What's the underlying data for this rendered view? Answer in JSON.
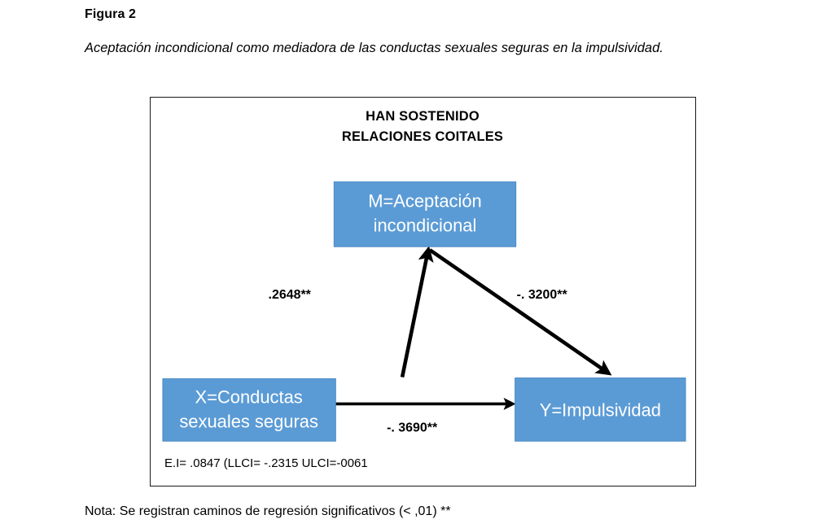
{
  "figure": {
    "label": "Figura 2",
    "caption": "Aceptación incondicional como mediadora de las conductas sexuales seguras en la impulsividad.",
    "note": "Nota: Se registran caminos de regresión significativos (< ,01) **"
  },
  "diagram": {
    "header_line_1": "HAN SOSTENIDO",
    "header_line_2": "RELACIONES COITALES",
    "effect_summary": "E.I= .0847 (LLCI= -.2315 ULCI=-0061",
    "nodes": {
      "mediator": {
        "id": "M",
        "line_1": "M=Aceptación",
        "line_2": "incondicional"
      },
      "predictor": {
        "id": "X",
        "line_1": "X=Conductas",
        "line_2": "sexuales seguras"
      },
      "outcome": {
        "id": "Y",
        "line_1": "Y=Impulsividad"
      }
    },
    "paths": {
      "a_path": ".2648**",
      "b_path": "-. 3200**",
      "c_prime_path": "-. 3690**"
    },
    "colors": {
      "node_fill": "#5b9bd5",
      "node_text": "#ffffff",
      "arrow": "#000000",
      "frame": "#1a1a1a"
    }
  }
}
